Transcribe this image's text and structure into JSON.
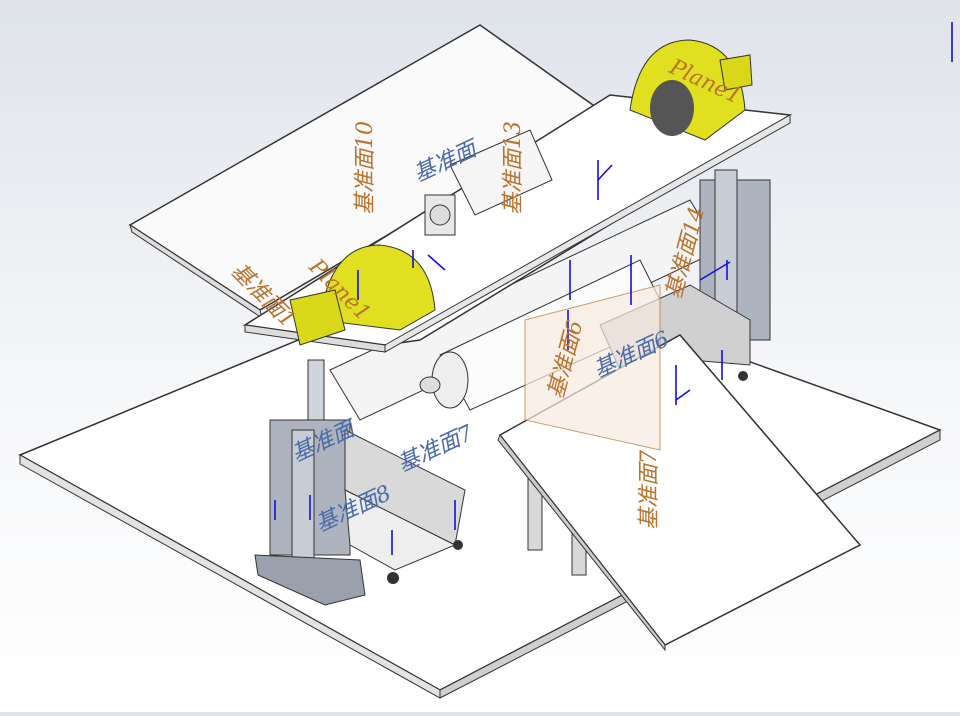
{
  "viewport": {
    "colors": {
      "background_top": "#dfe3ea",
      "plane_orange": "#b8742f",
      "plane_blue": "#4a6aa8",
      "triad": "#1010e0",
      "motor_yellow": "#e0e020"
    },
    "plane_labels": [
      {
        "text": "基准面10",
        "color": "orange"
      },
      {
        "text": "基准面13",
        "color": "orange"
      },
      {
        "text": "Plane1",
        "color": "orange"
      },
      {
        "text": "Plane1",
        "color": "orange"
      },
      {
        "text": "基准面1",
        "color": "orange"
      },
      {
        "text": "基准面14",
        "color": "orange"
      },
      {
        "text": "基准面6",
        "color": "orange"
      },
      {
        "text": "基准面6",
        "color": "blue"
      },
      {
        "text": "基准面7",
        "color": "orange"
      },
      {
        "text": "基准面8",
        "color": "blue"
      },
      {
        "text": "基准面7",
        "color": "blue"
      },
      {
        "text": "基准面",
        "color": "blue"
      },
      {
        "text": "基准面",
        "color": "blue"
      }
    ]
  }
}
